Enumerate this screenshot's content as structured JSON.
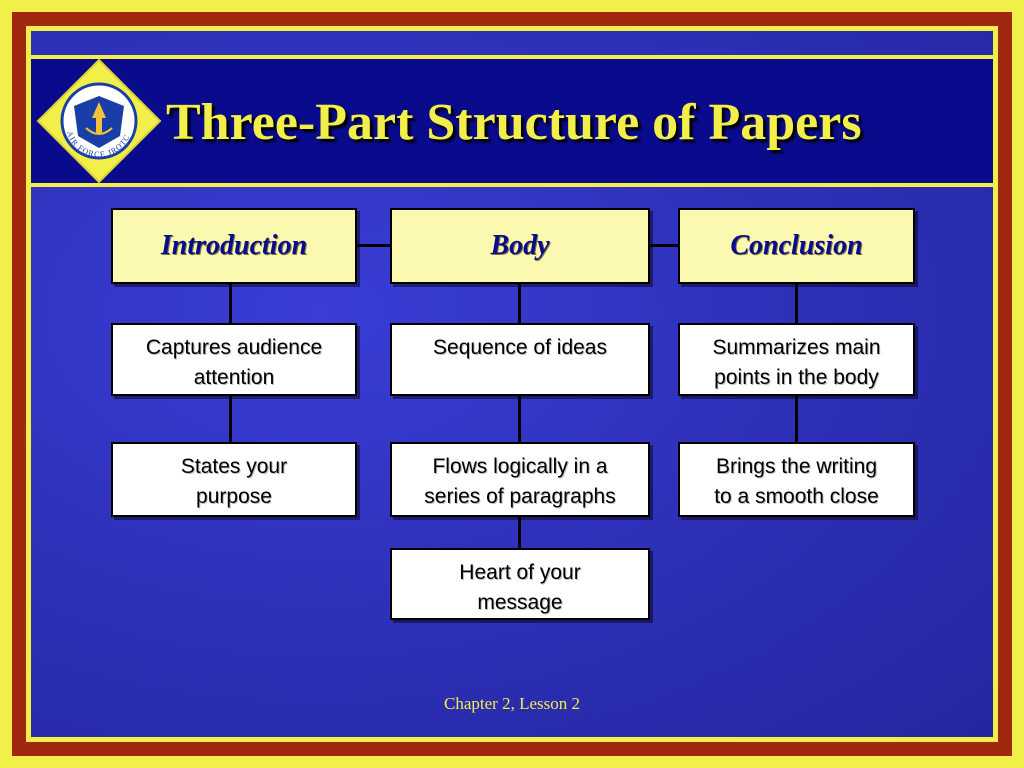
{
  "slide": {
    "title": "Three-Part Structure of Papers",
    "footer": "Chapter 2, Lesson 2",
    "logo_text": "AIR FORCE JROTC"
  },
  "columns": [
    {
      "heading": "Introduction",
      "items": [
        "Captures audience\nattention",
        "States your\npurpose"
      ]
    },
    {
      "heading": "Body",
      "items": [
        "Sequence of ideas",
        "Flows logically in a\nseries of paragraphs",
        "Heart of your\nmessage"
      ]
    },
    {
      "heading": "Conclusion",
      "items": [
        "Summarizes main\npoints in the body",
        "Brings the writing\nto a smooth close"
      ]
    }
  ],
  "colors": {
    "background_blue": "#2d2fb6",
    "title_bar": "#0a0a8c",
    "accent_yellow": "#f2ee4a",
    "frame_maroon": "#a0280e",
    "heading_box": "#fbf8b0",
    "heading_text": "#0a0a8c"
  },
  "icons": {
    "logo": "jrotc-emblem-icon"
  }
}
